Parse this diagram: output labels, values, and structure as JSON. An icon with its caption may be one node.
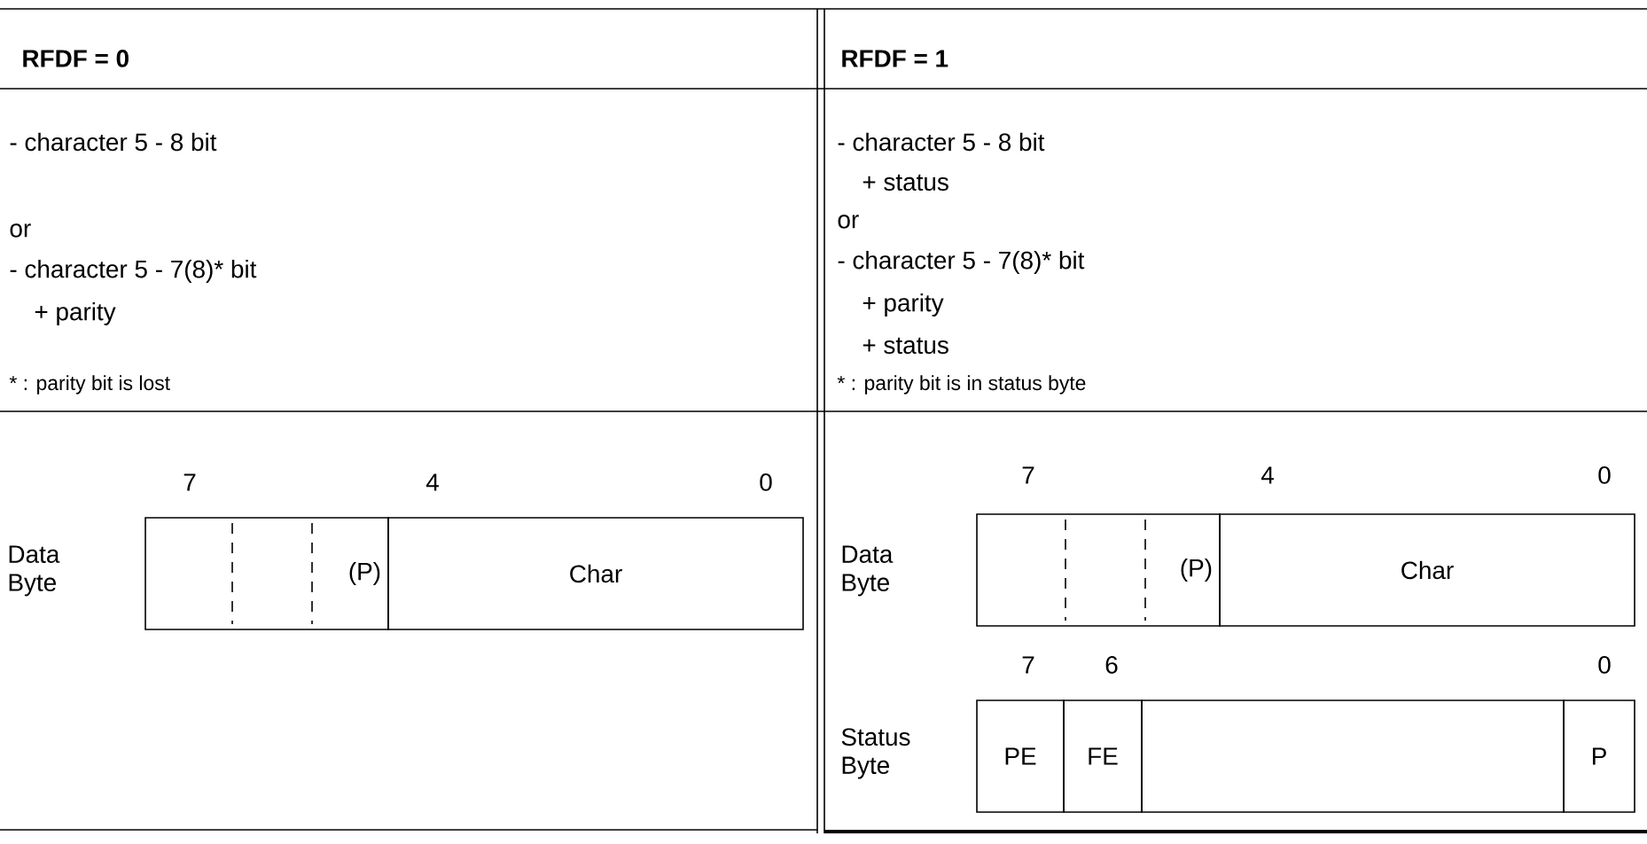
{
  "diagram": {
    "nodes": [
      {
        "text": [
          "(P)"
        ]
      },
      {
        "text": [
          "Char"
        ]
      },
      {
        "text": [
          "(P)"
        ]
      },
      {
        "text": [
          "Char"
        ]
      },
      {
        "text": [
          "PE"
        ]
      },
      {
        "text": [
          "FE"
        ]
      },
      {
        "text": [],
        "shape": "box"
      },
      {
        "text": [
          "P"
        ]
      }
    ],
    "labels": [
      "RFDF = 0",
      "RFDF = 1",
      "- character 5 - 8 bit",
      "or",
      "- character 5 - 7(8)* bit",
      "+ parity",
      "* : parity bit is lost",
      "- character 5 - 8 bit",
      "+ status",
      "or",
      "- character 5 - 7(8)* bit",
      "+ parity",
      "+ status",
      "* : parity bit is in status byte",
      "7",
      "4",
      "0",
      "Data Byte",
      "7",
      "4",
      "0",
      "Data Byte",
      "7",
      "6",
      "0",
      "Status Byte"
    ]
  }
}
